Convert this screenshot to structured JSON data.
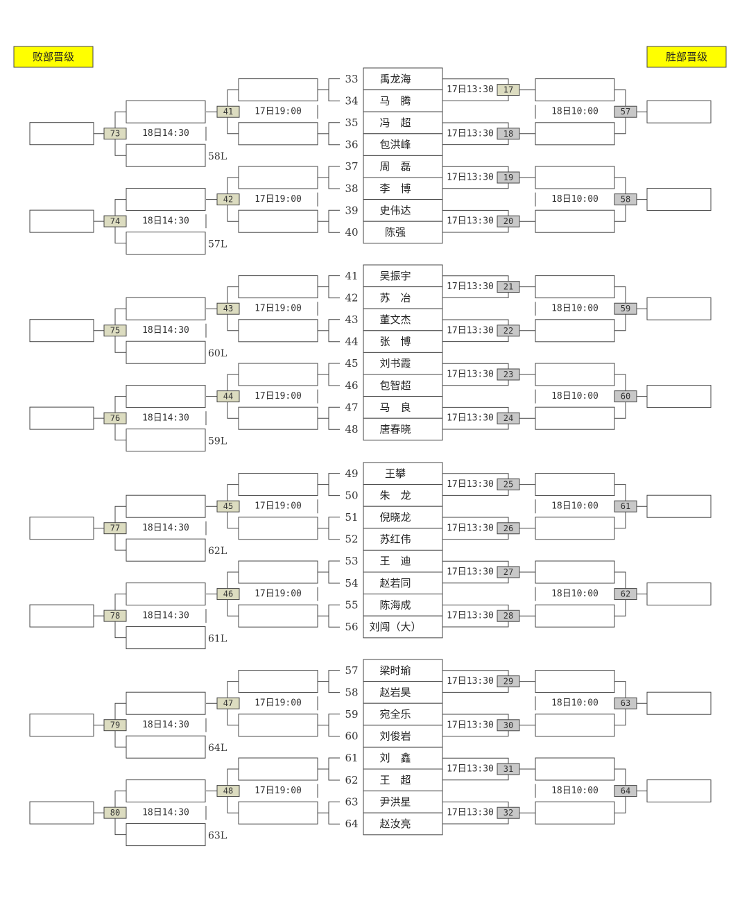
{
  "headers": {
    "losers_label": "败部晋级",
    "winners_label": "胜部晋级"
  },
  "colors": {
    "header_bg": "#ffff00",
    "tag_losers": "#dcdcc0",
    "tag_winners": "#c8c8c8",
    "line": "#444444"
  },
  "players": [
    {
      "seed": "33",
      "name": "禹龙海"
    },
    {
      "seed": "34",
      "name": "马　腾"
    },
    {
      "seed": "35",
      "name": "冯　超"
    },
    {
      "seed": "36",
      "name": "包洪峰"
    },
    {
      "seed": "37",
      "name": "周　磊"
    },
    {
      "seed": "38",
      "name": "李　博"
    },
    {
      "seed": "39",
      "name": "史伟达"
    },
    {
      "seed": "40",
      "name": "陈强"
    },
    {
      "seed": "41",
      "name": "吴振宇"
    },
    {
      "seed": "42",
      "name": "苏　冶"
    },
    {
      "seed": "43",
      "name": "董文杰"
    },
    {
      "seed": "44",
      "name": "张　博"
    },
    {
      "seed": "45",
      "name": "刘书霞"
    },
    {
      "seed": "46",
      "name": "包智超"
    },
    {
      "seed": "47",
      "name": "马　良"
    },
    {
      "seed": "48",
      "name": "唐春晓"
    },
    {
      "seed": "49",
      "name": "王攀"
    },
    {
      "seed": "50",
      "name": "朱　龙"
    },
    {
      "seed": "51",
      "name": "倪晓龙"
    },
    {
      "seed": "52",
      "name": "苏红伟"
    },
    {
      "seed": "53",
      "name": "王　迪"
    },
    {
      "seed": "54",
      "name": "赵若同"
    },
    {
      "seed": "55",
      "name": "陈海成"
    },
    {
      "seed": "56",
      "name": "刘闯（大）"
    },
    {
      "seed": "57",
      "name": "梁时瑜"
    },
    {
      "seed": "58",
      "name": "赵岩昊"
    },
    {
      "seed": "59",
      "name": "宛全乐"
    },
    {
      "seed": "60",
      "name": "刘俊岩"
    },
    {
      "seed": "61",
      "name": "刘　鑫"
    },
    {
      "seed": "62",
      "name": "王　超"
    },
    {
      "seed": "63",
      "name": "尹洪星"
    },
    {
      "seed": "64",
      "name": "赵汝亮"
    }
  ],
  "winners_r1": [
    {
      "num": "17",
      "time": "17日13:30"
    },
    {
      "num": "18",
      "time": "17日13:30"
    },
    {
      "num": "19",
      "time": "17日13:30"
    },
    {
      "num": "20",
      "time": "17日13:30"
    },
    {
      "num": "21",
      "time": "17日13:30"
    },
    {
      "num": "22",
      "time": "17日13:30"
    },
    {
      "num": "23",
      "time": "17日13:30"
    },
    {
      "num": "24",
      "time": "17日13:30"
    },
    {
      "num": "25",
      "time": "17日13:30"
    },
    {
      "num": "26",
      "time": "17日13:30"
    },
    {
      "num": "27",
      "time": "17日13:30"
    },
    {
      "num": "28",
      "time": "17日13:30"
    },
    {
      "num": "29",
      "time": "17日13:30"
    },
    {
      "num": "30",
      "time": "17日13:30"
    },
    {
      "num": "31",
      "time": "17日13:30"
    },
    {
      "num": "32",
      "time": "17日13:30"
    }
  ],
  "winners_r2": [
    {
      "num": "57",
      "time": "18日10:00"
    },
    {
      "num": "58",
      "time": "18日10:00"
    },
    {
      "num": "59",
      "time": "18日10:00"
    },
    {
      "num": "60",
      "time": "18日10:00"
    },
    {
      "num": "61",
      "time": "18日10:00"
    },
    {
      "num": "62",
      "time": "18日10:00"
    },
    {
      "num": "63",
      "time": "18日10:00"
    },
    {
      "num": "64",
      "time": "18日10:00"
    }
  ],
  "losers_r1": [
    {
      "num": "41",
      "time": "17日19:00"
    },
    {
      "num": "42",
      "time": "17日19:00"
    },
    {
      "num": "43",
      "time": "17日19:00"
    },
    {
      "num": "44",
      "time": "17日19:00"
    },
    {
      "num": "45",
      "time": "17日19:00"
    },
    {
      "num": "46",
      "time": "17日19:00"
    },
    {
      "num": "47",
      "time": "17日19:00"
    },
    {
      "num": "48",
      "time": "17日19:00"
    }
  ],
  "losers_r2": [
    {
      "num": "73",
      "time": "18日14:30",
      "drop": "58L"
    },
    {
      "num": "74",
      "time": "18日14:30",
      "drop": "57L"
    },
    {
      "num": "75",
      "time": "18日14:30",
      "drop": "60L"
    },
    {
      "num": "76",
      "time": "18日14:30",
      "drop": "59L"
    },
    {
      "num": "77",
      "time": "18日14:30",
      "drop": "62L"
    },
    {
      "num": "78",
      "time": "18日14:30",
      "drop": "61L"
    },
    {
      "num": "79",
      "time": "18日14:30",
      "drop": "64L"
    },
    {
      "num": "80",
      "time": "18日14:30",
      "drop": "63L"
    }
  ]
}
